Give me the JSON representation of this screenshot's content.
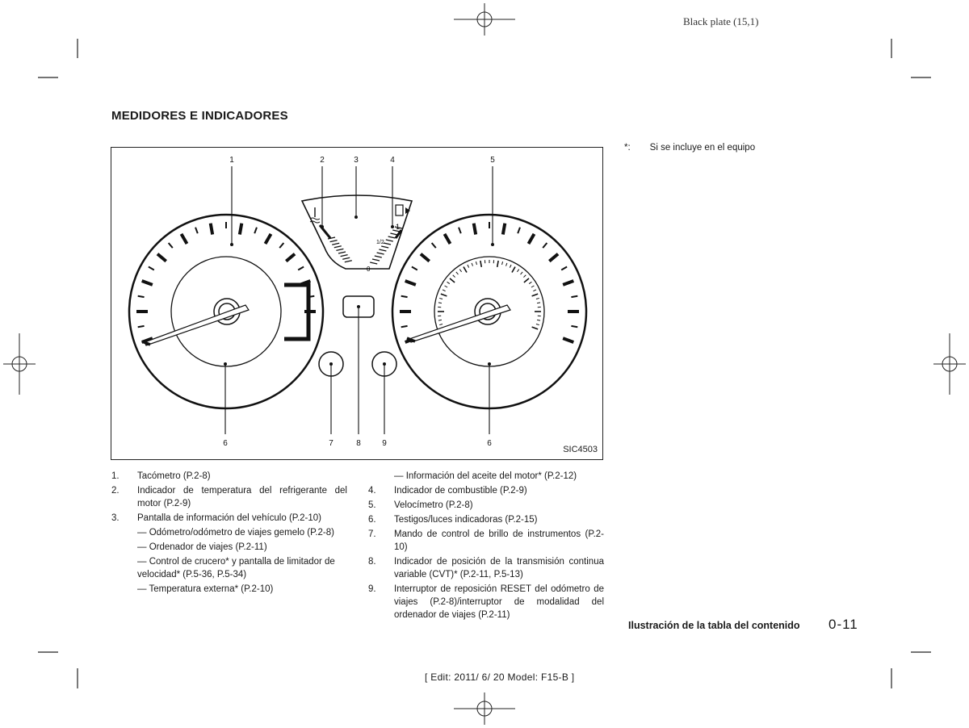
{
  "header": {
    "plate": "Black plate (15,1)"
  },
  "section_title": "MEDIDORES E INDICADORES",
  "figure": {
    "code": "SIC4503",
    "callouts": [
      "1",
      "2",
      "3",
      "4",
      "5",
      "6",
      "6",
      "7",
      "8",
      "9"
    ],
    "fuel_full": "1",
    "fuel_half": "1/2",
    "fuel_empty": "0"
  },
  "note": {
    "mark": "*:",
    "text": "Si se incluye en el equipo"
  },
  "legend_left": {
    "i1_num": "1.",
    "i1": "Tacómetro (P.2-8)",
    "i2_num": "2.",
    "i2": "Indicador de temperatura del refrigerante del motor (P.2-9)",
    "i3_num": "3.",
    "i3": "Pantalla de información del vehículo (P.2-10)",
    "s1": "— Odómetro/odómetro de viajes gemelo (P.2-8)",
    "s2": "— Ordenador de viajes (P.2-11)",
    "s3": "— Control de crucero* y pantalla de limitador de velocidad* (P.5-36, P.5-34)",
    "s4": "— Temperatura externa* (P.2-10)"
  },
  "legend_right": {
    "s5": "— Información del aceite del motor* (P.2-12)",
    "i4_num": "4.",
    "i4": "Indicador de combustible (P.2-9)",
    "i5_num": "5.",
    "i5": "Velocímetro (P.2-8)",
    "i6_num": "6.",
    "i6": "Testigos/luces indicadoras (P.2-15)",
    "i7_num": "7.",
    "i7": "Mando de control de brillo de instrumentos (P.2-10)",
    "i8_num": "8.",
    "i8": "Indicador de posición de la transmisión continua variable (CVT)* (P.2-11, P.5-13)",
    "i9_num": "9.",
    "i9": "Interruptor de reposición RESET del odómetro de viajes (P.2-8)/interruptor de modalidad del ordenador de viajes (P.2-11)"
  },
  "footer": {
    "title": "Ilustración de la tabla del contenido",
    "page": "0-11",
    "edit": "[ Edit: 2011/ 6/ 20   Model:  F15-B ]"
  }
}
